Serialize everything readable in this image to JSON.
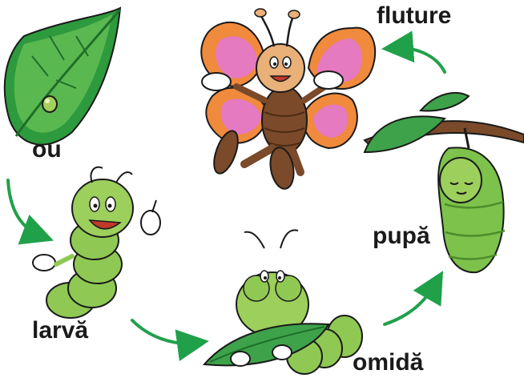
{
  "stages": {
    "egg": "ou",
    "larva": "larvă",
    "caterpillar": "omidă",
    "pupa": "pupă",
    "butterfly": "fluture"
  },
  "colors": {
    "arrow": "#21a04a",
    "leaf_dark": "#2d8a3a",
    "leaf_light": "#7cc24b",
    "body_green": "#9ccf5c",
    "body_dark": "#5e9a2e",
    "wing_orange": "#f08a3c",
    "wing_pink": "#e57ac0",
    "body_brown": "#7a4a2a",
    "face_tan": "#e9b078",
    "outline": "#1a1a1a"
  },
  "icons": [
    "leaf-with-egg-icon",
    "larva-icon",
    "caterpillar-on-leaf-icon",
    "chrysalis-icon",
    "butterfly-icon"
  ]
}
